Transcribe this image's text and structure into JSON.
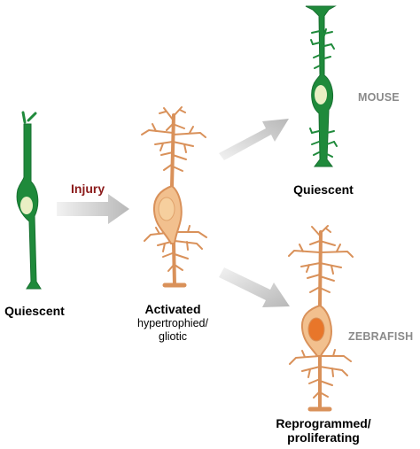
{
  "labels": {
    "injury": "Injury",
    "quiescent_initial": "Quiescent",
    "activated": "Activated",
    "activated_sub_1": "hypertrophied/",
    "activated_sub_2": "gliotic",
    "mouse": "MOUSE",
    "quiescent_mouse": "Quiescent",
    "zebrafish": "ZEBRAFISH",
    "reprogrammed_1": "Reprogrammed/",
    "reprogrammed_2": "proliferating"
  },
  "colors": {
    "quiescent_cell": "#1f8a3b",
    "quiescent_nucleus": "#e9efc4",
    "activated_cell": "#d9915a",
    "activated_body": "#f2c08e",
    "activated_nucleus": "#f6cf9e",
    "reprogrammed_nucleus": "#e8762a",
    "arrow": "#c4c4c4",
    "injury_text": "#8b1a1a",
    "species_text": "#8a8a8a"
  }
}
